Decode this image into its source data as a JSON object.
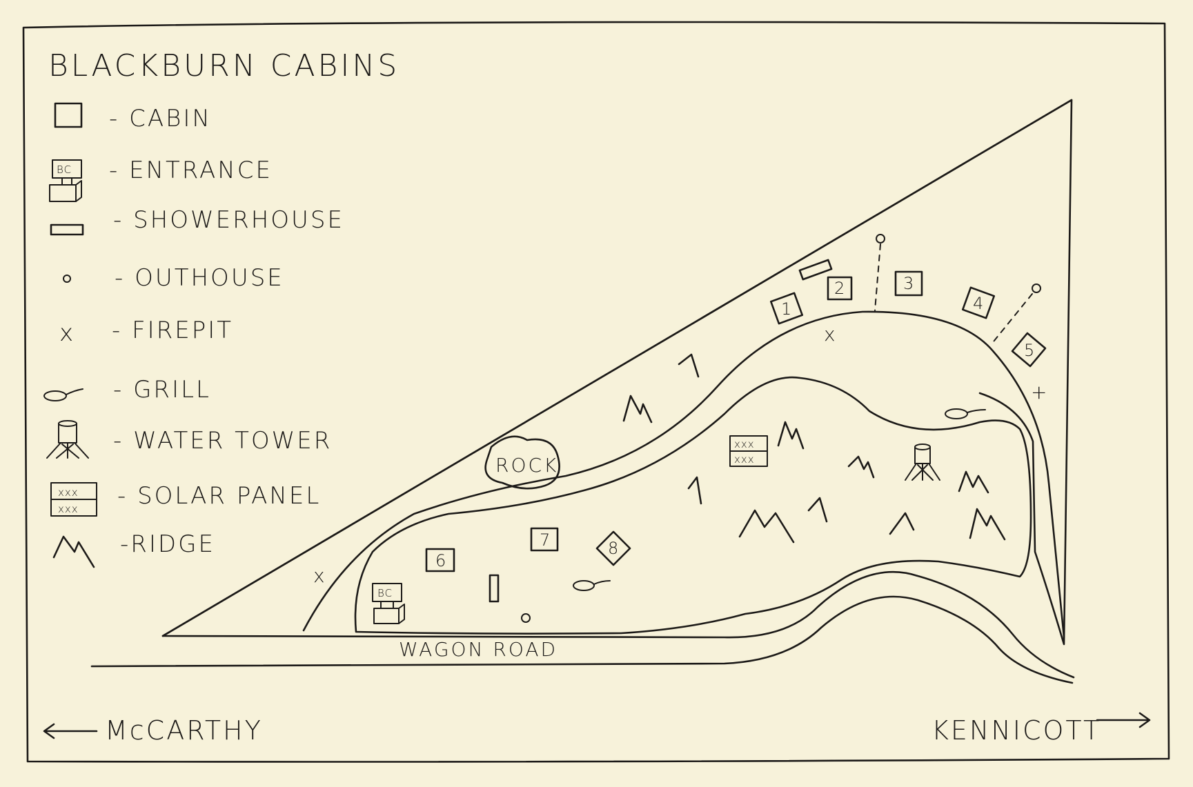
{
  "title": "BLACKBURN CABINS",
  "legend": {
    "cabin": "- CABIN",
    "entrance": "- ENTRANCE",
    "showerhouse": "- SHOWERHOUSE",
    "outhouse": "- OUTHOUSE",
    "firepit": "- FIREPIT",
    "grill": "- GRILL",
    "water_tower": "- WATER TOWER",
    "solar_panel": "- SOLAR PANEL",
    "ridge": "-RIDGE"
  },
  "symbols": {
    "entrance_sign": "BC",
    "solar_marks": "xxx",
    "firepit_mark": "x"
  },
  "map_labels": {
    "rock": "ROCK",
    "road": "WAGON ROAD"
  },
  "cabins": [
    "1",
    "2",
    "3",
    "4",
    "5",
    "6",
    "7",
    "8"
  ],
  "directions": {
    "left": "McCARTHY",
    "right": "KENNICOTT",
    "left_arrow": "left-arrow",
    "right_arrow": "right-arrow"
  },
  "colors": {
    "paper": "#f7f2da",
    "ink": "#1c1a18"
  }
}
